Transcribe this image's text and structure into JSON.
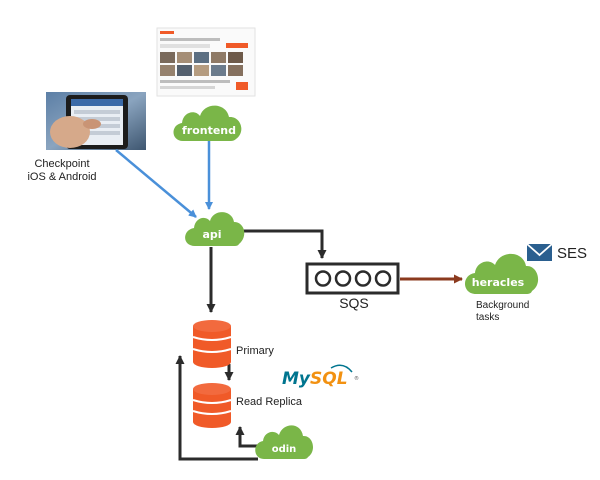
{
  "nodes": {
    "frontend": {
      "label": "frontend"
    },
    "api": {
      "label": "api"
    },
    "heracles": {
      "label": "heracles"
    },
    "odin": {
      "label": "odin"
    }
  },
  "labels": {
    "checkpoint_line1": "Checkpoint",
    "checkpoint_line2": "iOS & Android",
    "sqs": "SQS",
    "ses": "SES",
    "background_line1": "Background",
    "background_line2": "tasks",
    "primary": "Primary",
    "read_replica": "Read Replica"
  },
  "logos": {
    "mysql": "MySQL"
  },
  "colors": {
    "cloud_green": "#7ab648",
    "db_orange": "#f05a28",
    "arrow_blue": "#4a90d9",
    "arrow_dark": "#2b2b2b",
    "arrow_brown": "#8b3a1e",
    "ses_blue": "#2a5f8f",
    "mysql_blue": "#00758f",
    "mysql_orange": "#f29111"
  },
  "icons": [
    "phone-photo",
    "website-screenshot",
    "envelope-icon",
    "database-icon",
    "queue-icon"
  ]
}
